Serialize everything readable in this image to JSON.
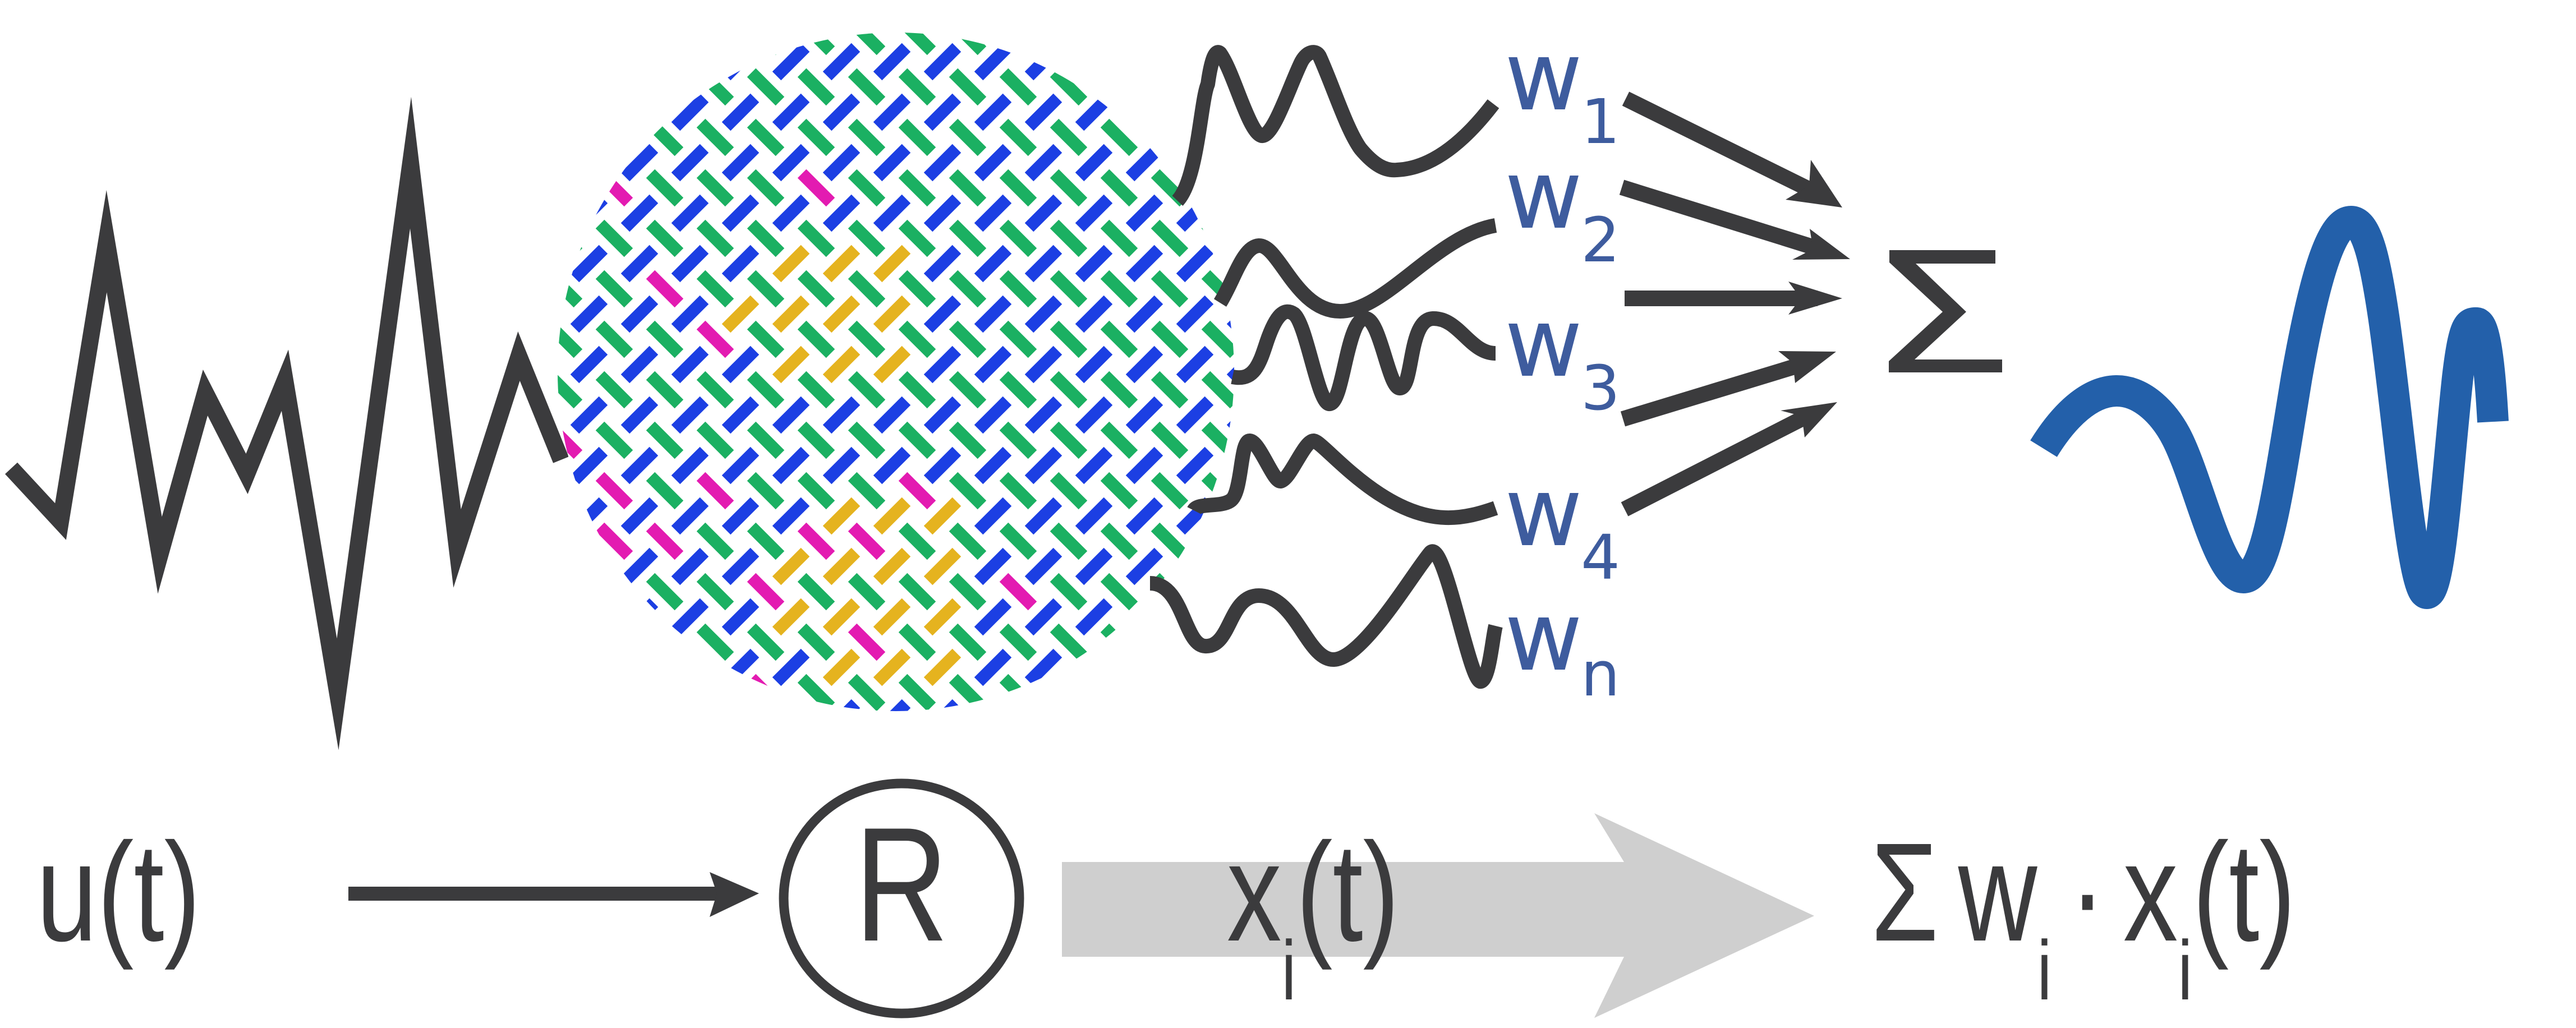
{
  "diagram": {
    "title": "Reservoir computing: input signal, reservoir, weighted readout sum",
    "colors": {
      "ink": "#3b3b3d",
      "weight_label": "#3e5c9e",
      "output_wave": "#2360aa",
      "flow_arrow": "#cfcfcf",
      "pattern": [
        "#1c3fe3",
        "#e5b31f",
        "#e31bb1",
        "#1bb062"
      ]
    },
    "top_row": {
      "input_signal": "input-zigzag-signal",
      "reservoir": "reservoir-pattern-circle",
      "weights": [
        {
          "base": "w",
          "sub": "1"
        },
        {
          "base": "w",
          "sub": "2"
        },
        {
          "base": "w",
          "sub": "3"
        },
        {
          "base": "w",
          "sub": "4"
        },
        {
          "base": "w",
          "sub": "n"
        }
      ],
      "sum_symbol": "Σ",
      "output": "output-wave"
    },
    "bottom_row": {
      "input_label": {
        "fn": "u",
        "open": "(",
        "arg": "t",
        "close": ")"
      },
      "reservoir_label": "R",
      "state_label": {
        "fn": "x",
        "sub": "i",
        "open": "(",
        "arg": "t",
        "close": ")"
      },
      "readout_label": {
        "sigma": "Σ",
        "w": "w",
        "w_sub": "i",
        "dot": "·",
        "x": "x",
        "x_sub": "i",
        "open": "(",
        "arg": "t",
        "close": ")"
      }
    }
  }
}
